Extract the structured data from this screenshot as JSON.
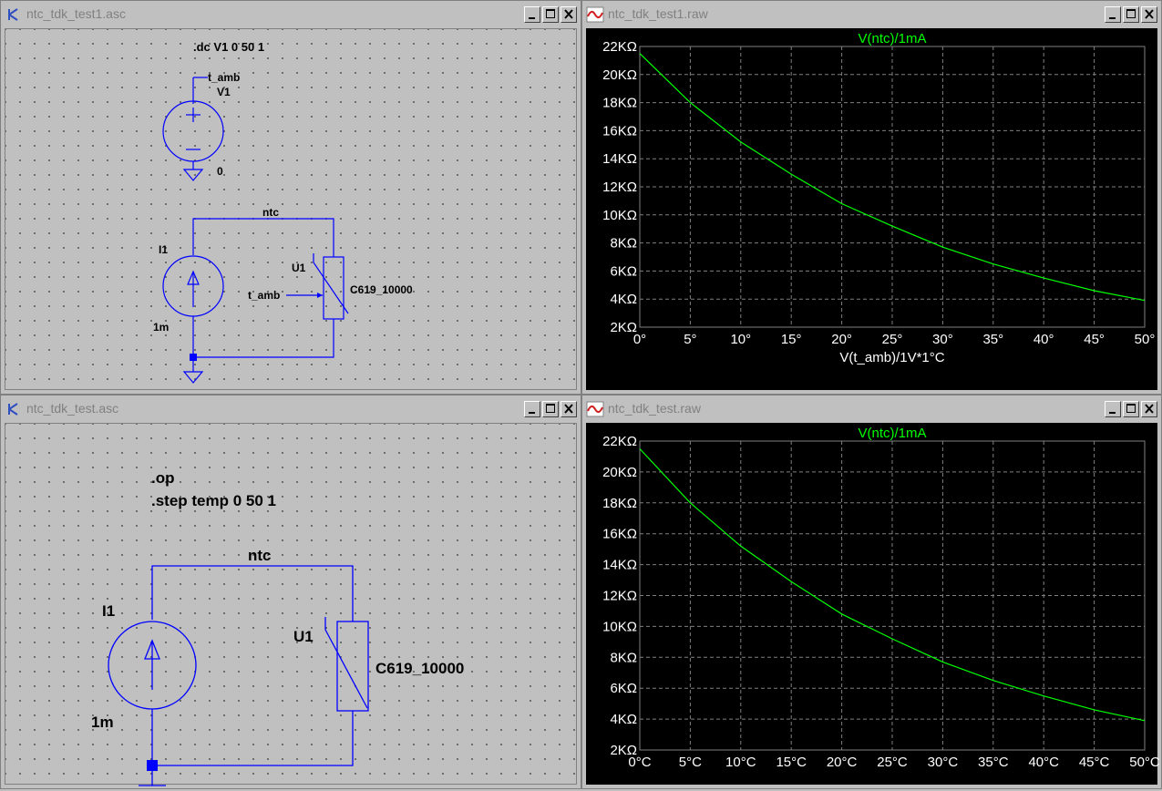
{
  "windows": {
    "sch1": {
      "title": "ntc_tdk_test1.asc",
      "directive": ".dc V1 0 50 1",
      "labels": {
        "src_net": "t_amb",
        "src_name": "V1",
        "gnd_label": "0",
        "net": "ntc",
        "isrc_name": "I1",
        "isrc_value": "1m",
        "ntc_name": "U1",
        "ntc_in": "t_amb",
        "ntc_model": "C619_10000"
      }
    },
    "plot1": {
      "title": "ntc_tdk_test1.raw"
    },
    "sch2": {
      "title": "ntc_tdk_test.asc",
      "directive1": ".op",
      "directive2": ".step temp 0 50 1",
      "labels": {
        "net": "ntc",
        "isrc_name": "I1",
        "isrc_value": "1m",
        "ntc_name": "U1",
        "ntc_model": "C619_10000"
      }
    },
    "plot2": {
      "title": "ntc_tdk_test.raw"
    }
  },
  "colors": {
    "trace": "#00ff00",
    "grid": "#808080",
    "wire": "#0000ff",
    "plot_bg": "#000000",
    "axis_text": "#ffffff"
  },
  "chart_data": [
    {
      "type": "line",
      "title": "V(ntc)/1mA",
      "xlabel": "V(t_amb)/1V*1°C",
      "x_ticks": [
        "0°",
        "5°",
        "10°",
        "15°",
        "20°",
        "25°",
        "30°",
        "35°",
        "40°",
        "45°",
        "50°"
      ],
      "y_ticks": [
        "22KΩ",
        "20KΩ",
        "18KΩ",
        "16KΩ",
        "14KΩ",
        "12KΩ",
        "10KΩ",
        "8KΩ",
        "6KΩ",
        "4KΩ",
        "2KΩ"
      ],
      "xlim": [
        0,
        50
      ],
      "ylim": [
        2,
        22
      ],
      "grid": true,
      "series": [
        {
          "name": "V(ntc)/1mA",
          "x": [
            0,
            5,
            10,
            15,
            20,
            25,
            30,
            35,
            40,
            45,
            50
          ],
          "y": [
            21.5,
            18.0,
            15.2,
            12.9,
            10.8,
            9.2,
            7.7,
            6.5,
            5.5,
            4.6,
            3.9
          ]
        }
      ]
    },
    {
      "type": "line",
      "title": "V(ntc)/1mA",
      "xlabel": "",
      "x_ticks": [
        "0°C",
        "5°C",
        "10°C",
        "15°C",
        "20°C",
        "25°C",
        "30°C",
        "35°C",
        "40°C",
        "45°C",
        "50°C"
      ],
      "y_ticks": [
        "22KΩ",
        "20KΩ",
        "18KΩ",
        "16KΩ",
        "14KΩ",
        "12KΩ",
        "10KΩ",
        "8KΩ",
        "6KΩ",
        "4KΩ",
        "2KΩ"
      ],
      "xlim": [
        0,
        50
      ],
      "ylim": [
        2,
        22
      ],
      "grid": true,
      "series": [
        {
          "name": "V(ntc)/1mA",
          "x": [
            0,
            5,
            10,
            15,
            20,
            25,
            30,
            35,
            40,
            45,
            50
          ],
          "y": [
            21.5,
            18.0,
            15.2,
            12.9,
            10.8,
            9.2,
            7.7,
            6.5,
            5.5,
            4.6,
            3.9
          ]
        }
      ]
    }
  ]
}
